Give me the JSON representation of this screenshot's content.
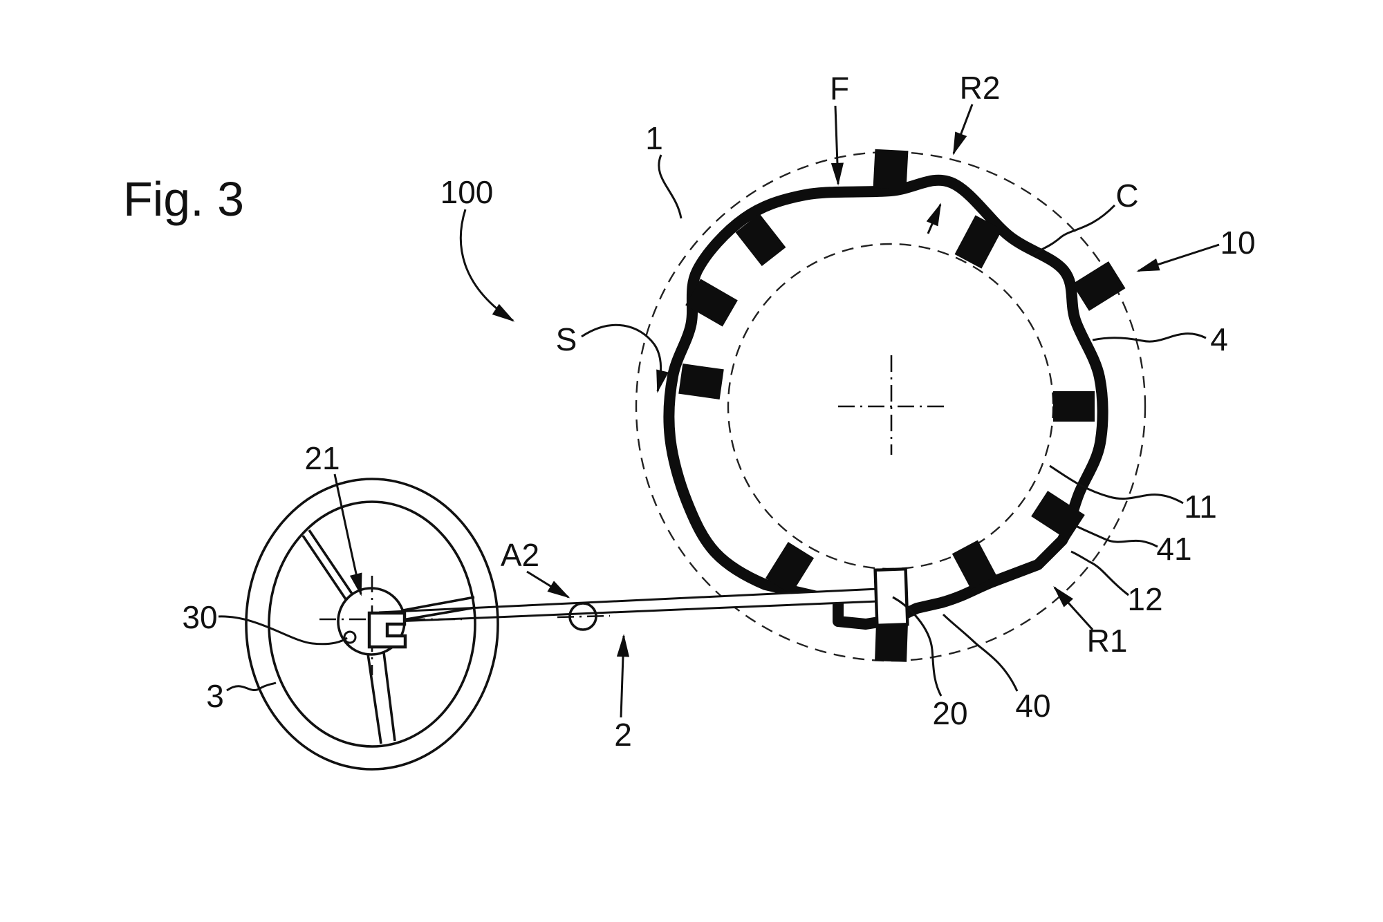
{
  "figure": {
    "title": "Fig. 3",
    "kind": "patent line drawing",
    "background_color": "#ffffff",
    "ink_color": "#111111"
  },
  "labels": {
    "fig_title": "Fig. 3",
    "ref_100": "100",
    "ref_1": "1",
    "ref_F": "F",
    "ref_R2": "R2",
    "ref_C": "C",
    "ref_10": "10",
    "ref_4": "4",
    "ref_S": "S",
    "ref_11": "11",
    "ref_41": "41",
    "ref_12": "12",
    "ref_R1": "R1",
    "ref_20": "20",
    "ref_40": "40",
    "ref_2": "2",
    "ref_A2": "A2",
    "ref_21": "21",
    "ref_30": "30",
    "ref_3": "3"
  }
}
